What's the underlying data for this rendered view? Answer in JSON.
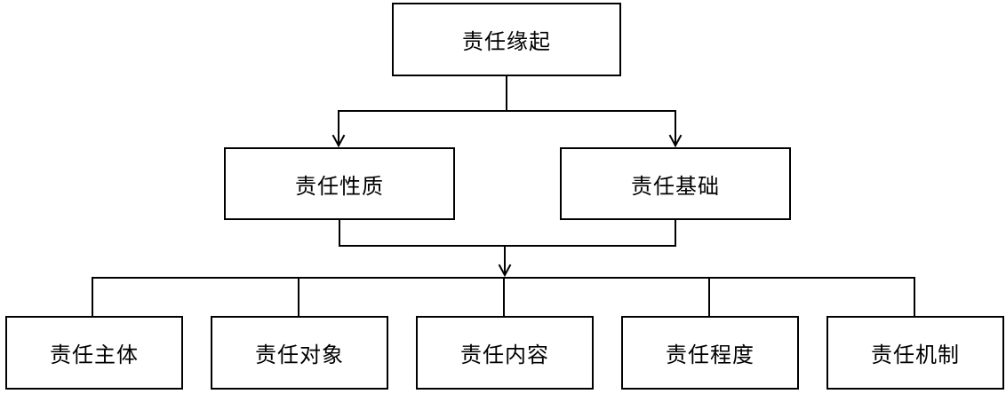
{
  "diagram": {
    "top": {
      "label": "责任缘起"
    },
    "middle": [
      {
        "label": "责任性质"
      },
      {
        "label": "责任基础"
      }
    ],
    "bottom": [
      {
        "label": "责任主体"
      },
      {
        "label": "责任对象"
      },
      {
        "label": "责任内容"
      },
      {
        "label": "责任程度"
      },
      {
        "label": "责任机制"
      }
    ],
    "colors": {
      "stroke": "#000000",
      "box_fill": "#ffffff",
      "text": "#000000"
    }
  }
}
